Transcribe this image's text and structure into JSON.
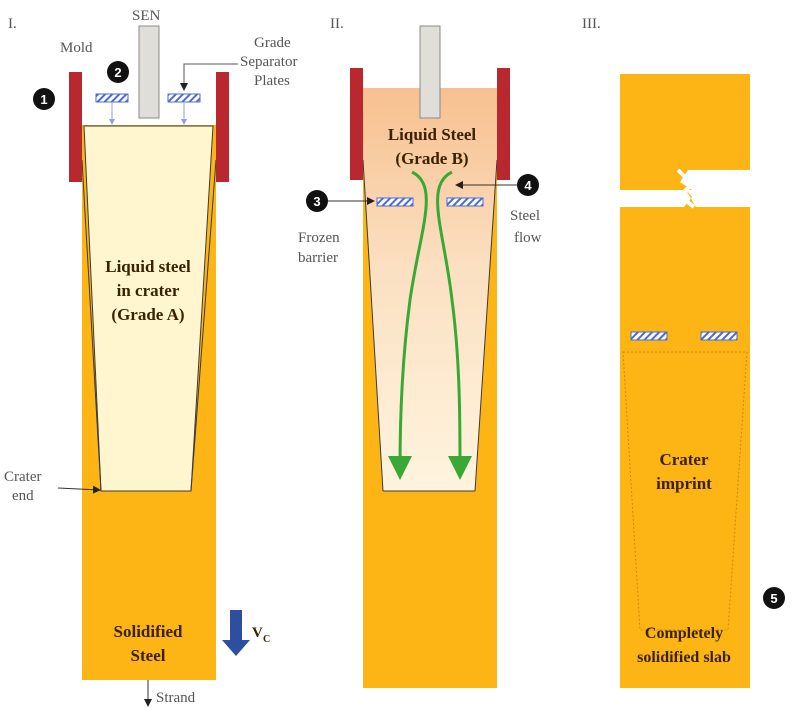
{
  "panels": {
    "p1": "I.",
    "p2": "II.",
    "p3": "III."
  },
  "labels": {
    "sen": "SEN",
    "mold": "Mold",
    "grade_sep_1": "Grade",
    "grade_sep_2": "Separator",
    "grade_sep_3": "Plates",
    "liquid_a_1": "Liquid steel",
    "liquid_a_2": "in crater",
    "liquid_a_3": "(Grade A)",
    "crater_end_1": "Crater",
    "crater_end_2": "end",
    "solidified_1": "Solidified",
    "solidified_2": "Steel",
    "vc": "V",
    "vc_sub": "C",
    "strand": "Strand",
    "liquid_b_1": "Liquid Steel",
    "liquid_b_2": "(Grade B)",
    "frozen_1": "Frozen",
    "frozen_2": "barrier",
    "steel_flow_1": "Steel",
    "steel_flow_2": "flow",
    "crater_imprint_1": "Crater",
    "crater_imprint_2": "imprint",
    "complete_1": "Completely",
    "complete_2": "solidified slab"
  },
  "markers": [
    "1",
    "2",
    "3",
    "4",
    "5"
  ],
  "colors": {
    "solid_steel": "#FDB515",
    "liquid_a": "#FFF6CF",
    "liquid_b_top": "#F8C79C",
    "mold": "#B8282E",
    "sen": "#E0DED8",
    "flow": "#39A935",
    "velocity_arrow": "#2E4FA0",
    "plate": "#4C6BD6"
  }
}
